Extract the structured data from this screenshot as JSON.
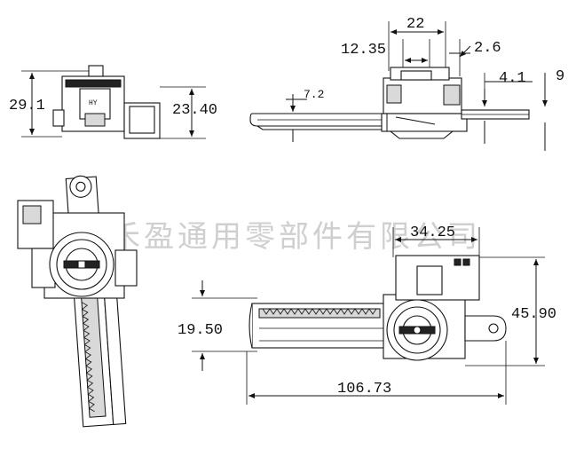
{
  "watermark": "州禾盈通用零部件有限公司",
  "dimensions": {
    "top_left_height": "29.1",
    "top_left_right_height": "23.40",
    "side_small": "7.2",
    "side_width_22": "22",
    "side_12_35": "12.35",
    "side_2_6": "2.6",
    "side_4_1": "4.1",
    "side_9": "9",
    "bottom_34_25": "34.25",
    "bottom_19_50": "19.50",
    "bottom_45_90": "45.90",
    "bottom_106_73": "106.73"
  },
  "mark_text": "HY"
}
